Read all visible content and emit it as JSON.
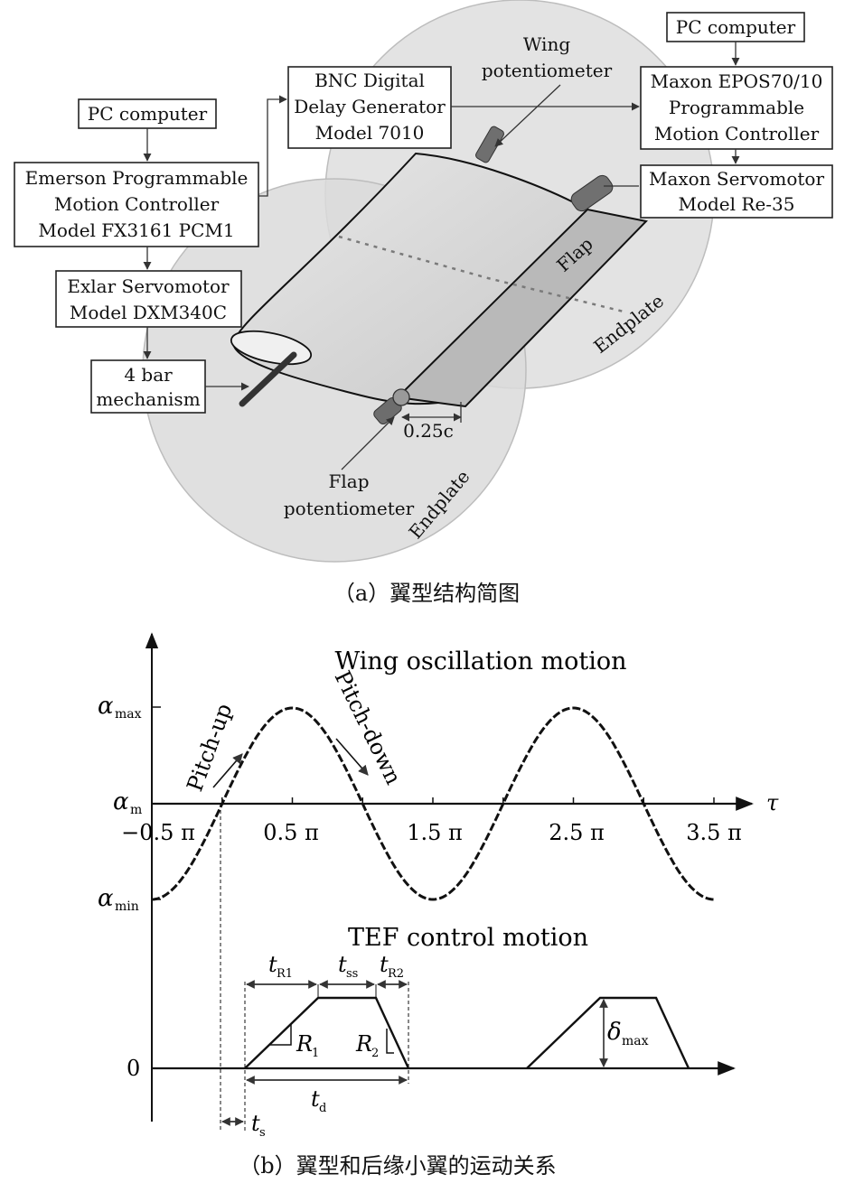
{
  "part_a": {
    "left_pc": "PC computer",
    "emerson": [
      "Emerson Programmable",
      "Motion Controller",
      "Model FX3161 PCM1"
    ],
    "exlar": [
      "Exlar Servomotor",
      "Model DXM340C"
    ],
    "four_bar": [
      "4 bar",
      "mechanism"
    ],
    "bnc": [
      "BNC Digital",
      "Delay Generator",
      "Model 7010"
    ],
    "right_pc": "PC computer",
    "epos": [
      "Maxon EPOS70/10",
      "Programmable",
      "Motion Controller"
    ],
    "maxon_motor": [
      "Maxon Servomotor",
      "Model Re-35"
    ],
    "wing_pot": [
      "Wing",
      "potentiometer"
    ],
    "flap_pot": [
      "Flap",
      "potentiometer"
    ],
    "flap": "Flap",
    "endplate": "Endplate",
    "chord": "0.25c",
    "caption": "（a）翼型结构简图"
  },
  "part_b": {
    "title_top": "Wing oscillation motion",
    "title_bottom": "TEF control motion",
    "pitch_up": "Pitch-up",
    "pitch_down": "Pitch-down",
    "alpha_max": "α",
    "alpha_max_sub": "max",
    "alpha_m": "α",
    "alpha_m_sub": "m",
    "alpha_min": "α",
    "alpha_min_sub": "min",
    "tau": "τ",
    "zero": "0",
    "ticks": [
      "−0.5 π",
      "0.5 π",
      "1.5 π",
      "2.5 π",
      "3.5 π"
    ],
    "tR1": "t",
    "tR1_sub": "R1",
    "tss": "t",
    "tss_sub": "ss",
    "tR2": "t",
    "tR2_sub": "R2",
    "R1": "R",
    "R1_sub": "1",
    "R2": "R",
    "R2_sub": "2",
    "td": "t",
    "td_sub": "d",
    "ts": "t",
    "ts_sub": "s",
    "delta": "δ",
    "delta_sub": "max",
    "caption": "（b）翼型和后缘小翼的运动关系"
  }
}
